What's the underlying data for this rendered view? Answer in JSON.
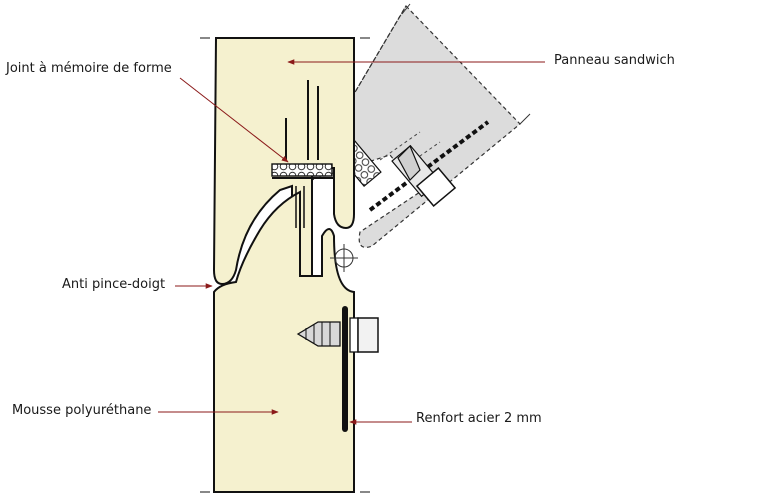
{
  "labels": {
    "joint": "Joint à mémoire de forme",
    "panneau": "Panneau sandwich",
    "anti_pince": "Anti pince-doigt",
    "mousse": "Mousse polyuréthane",
    "renfort": "Renfort acier 2 mm"
  },
  "colors": {
    "foam": "#f5f1cf",
    "panel": "#dcdcdc",
    "leader": "#8b1a1a",
    "outline": "#111111"
  }
}
